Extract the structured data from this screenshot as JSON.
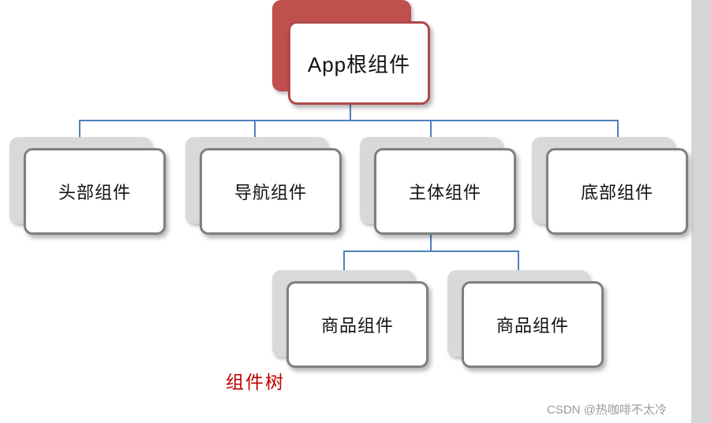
{
  "diagram": {
    "title_node": {
      "label": "App根组件"
    },
    "level1": [
      {
        "label": "头部组件"
      },
      {
        "label": "导航组件"
      },
      {
        "label": "主体组件"
      },
      {
        "label": "底部组件"
      }
    ],
    "level2": [
      {
        "label": "商品组件"
      },
      {
        "label": "商品组件"
      }
    ],
    "caption": "组件树",
    "watermark": "CSDN @热咖啡不太冷",
    "colors": {
      "root_accent": "#c0504d",
      "root_border": "#b04a4b",
      "node_border": "#7f7f7f",
      "node_back": "#d9d9d9",
      "connector": "#4f81bd",
      "caption": "#c00000",
      "watermark": "#9b9b9b",
      "gutter": "#d6d6d6"
    }
  }
}
